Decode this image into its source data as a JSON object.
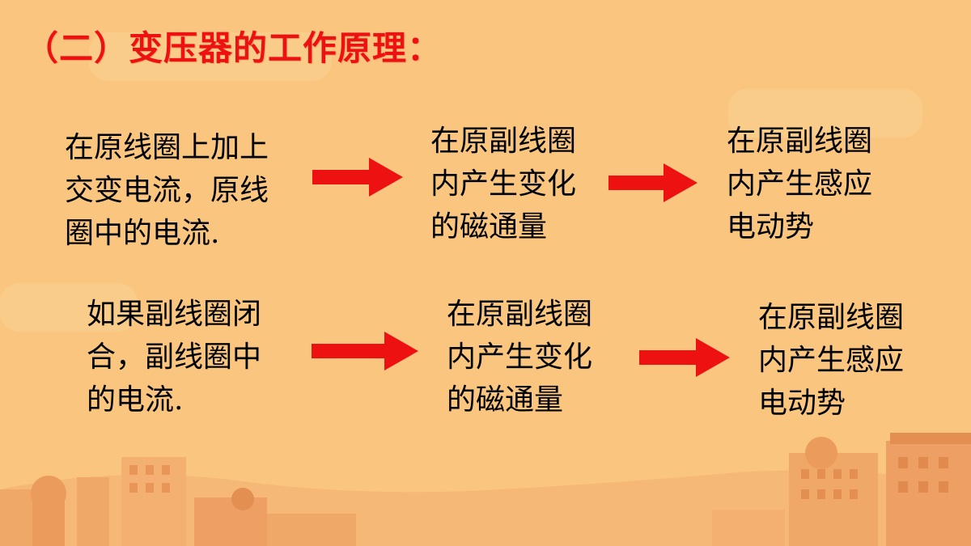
{
  "title": "（二）变压器的工作原理：",
  "row1": {
    "step1": "在原线圈上加上\n交变电流，原线\n圈中的电流.",
    "step2": "在原副线圈\n内产生变化\n的磁通量",
    "step3": "在原副线圈\n内产生感应\n电动势"
  },
  "row2": {
    "step1": "如果副线圈闭\n合，副线圈中\n的电流.",
    "step2": "在原副线圈\n内产生变化\n的磁通量",
    "step3": "在原副线圈\n内产生感应\n电动势"
  },
  "colors": {
    "background": "#f9c57f",
    "title": "#ee1111",
    "arrow": "#ee1111",
    "skyline": "#f0a868"
  },
  "icons": [
    "arrow-right-icon",
    "skyline-illustration"
  ]
}
